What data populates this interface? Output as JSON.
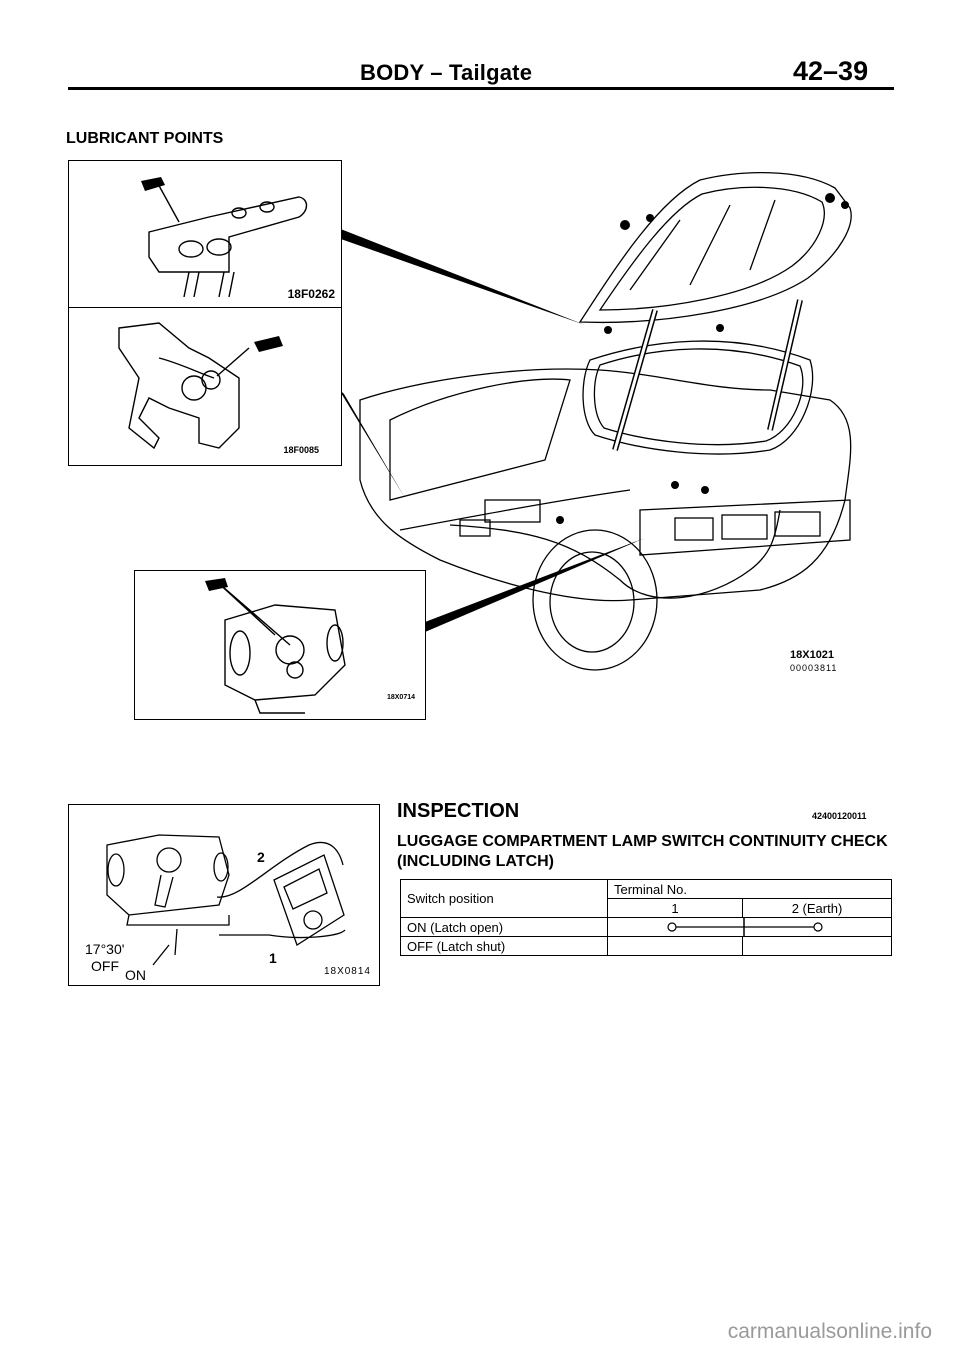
{
  "header": {
    "title": "BODY – Tailgate",
    "page": "42–39"
  },
  "lubricant": {
    "label": "LUBRICANT POINTS",
    "figures": [
      {
        "code": "18F0262",
        "name": "hinge"
      },
      {
        "code": "18F0085",
        "name": "striker"
      },
      {
        "code": "18X0714",
        "name": "latch"
      }
    ],
    "main_figure": {
      "code": "18X1021",
      "sub_code": "00003811"
    }
  },
  "inspection": {
    "title": "INSPECTION",
    "code": "42400120011",
    "subtitle": "LUGGAGE COMPARTMENT LAMP SWITCH CONTINUITY CHECK (INCLUDING LATCH)",
    "figure": {
      "code": "18X0814",
      "angle": "17°30'",
      "off": "OFF",
      "on": "ON",
      "term1": "1",
      "term2": "2"
    },
    "table": {
      "col0": "Switch position",
      "group": "Terminal No.",
      "col1": "1",
      "col2": "2 (Earth)",
      "rows": [
        {
          "position": "ON (Latch open)",
          "continuity": true
        },
        {
          "position": "OFF (Latch shut)",
          "continuity": false
        }
      ]
    }
  },
  "watermark": "carmanualsonline.info"
}
